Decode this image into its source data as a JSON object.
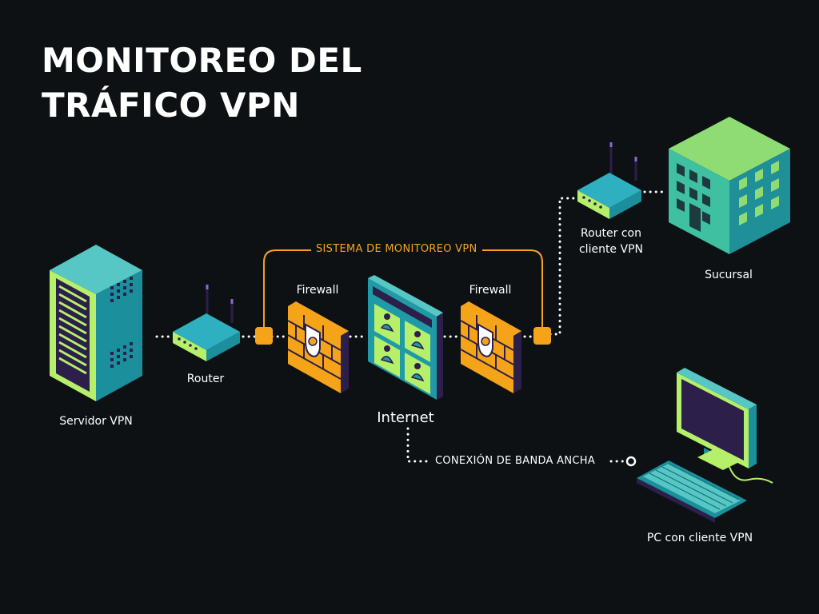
{
  "title": {
    "line1": "MONITOREO DEL",
    "line2": "TRÁFICO VPN"
  },
  "colors": {
    "background": "#0d1114",
    "accent_orange": "#f5a41a",
    "teal": "#1f9aa6",
    "lime": "#b6f06a",
    "purple": "#2c1f4a"
  },
  "nodes": {
    "servidor_vpn": "Servidor VPN",
    "router": "Router",
    "firewall_left": "Firewall",
    "firewall_right": "Firewall",
    "internet": "Internet",
    "router_cliente": "Router con\ncliente VPN",
    "router_cliente_line1": "Router con",
    "router_cliente_line2": "cliente VPN",
    "sucursal": "Sucursal",
    "pc_cliente": "PC con cliente VPN"
  },
  "links": {
    "monitoring_system": "SISTEMA DE MONITOREO VPN",
    "broadband": "CONEXIÓN DE BANDA ANCHA"
  }
}
